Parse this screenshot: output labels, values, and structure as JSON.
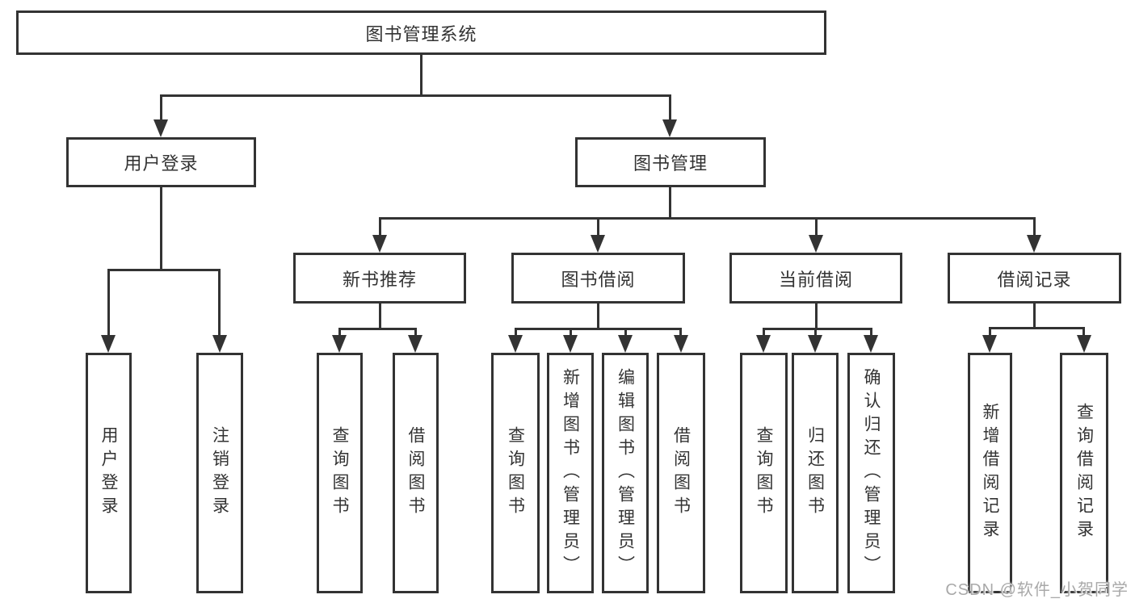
{
  "diagram": {
    "root": "图书管理系统",
    "level2": {
      "user_login": "用户登录",
      "book_mgmt": "图书管理"
    },
    "level3": {
      "new_books": "新书推荐",
      "book_borrow": "图书借阅",
      "current_borrow": "当前借阅",
      "borrow_records": "借阅记录"
    },
    "leaves": {
      "login": "用户登录",
      "logout": "注销登录",
      "nb_query": "查询图书",
      "nb_borrow": "借阅图书",
      "bb_query": "查询图书",
      "bb_add": "新增图书（管理员）",
      "bb_edit": "编辑图书（管理员）",
      "bb_borrow": "借阅图书",
      "cb_query": "查询图书",
      "cb_return": "归还图书",
      "cb_confirm": "确认归还（管理员）",
      "br_add": "新增借阅记录",
      "br_query": "查询借阅记录"
    }
  },
  "watermark": {
    "text": "CSDN @软件_小贺同学"
  },
  "colors": {
    "line": "#333333",
    "text": "#333333",
    "watermark": "#a9a9a9",
    "background": "#ffffff"
  }
}
